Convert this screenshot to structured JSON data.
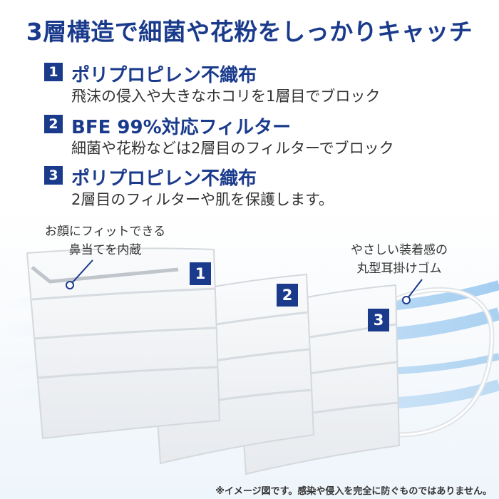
{
  "headline": "3層構造で細菌や花粉をしっかりキャッチ",
  "layers": [
    {
      "num": "1",
      "title": "ポリプロピレン不織布",
      "desc": "飛沫の侵入や大きなホコリを1層目でブロック"
    },
    {
      "num": "2",
      "title": "BFE 99%対応フィルター",
      "desc": "細菌や花粉などは2層目のフィルターでブロック"
    },
    {
      "num": "3",
      "title": "ポリプロピレン不織布",
      "desc": "2層目のフィルターや肌を保護します。"
    }
  ],
  "callouts": {
    "nose_line1": "お顔にフィットできる",
    "nose_line2": "鼻当てを内蔵",
    "ear_line1": "やさしい装着感の",
    "ear_line2": "丸型耳掛けゴム"
  },
  "mask_labels": [
    "1",
    "2",
    "3"
  ],
  "footnote": "※イメージ図です。感染や侵入を完全に防ぐものではありません。",
  "colors": {
    "brand": "#1a3a8c",
    "wave": "#8fc4ee"
  }
}
